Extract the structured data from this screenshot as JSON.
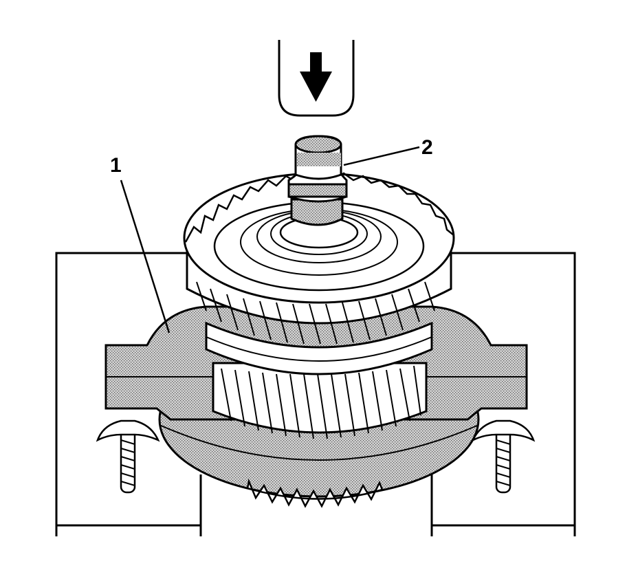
{
  "callouts": [
    {
      "label": "1",
      "target": "press-fixture"
    },
    {
      "label": "2",
      "target": "gear-shaft"
    }
  ],
  "press_direction": "down",
  "icons": [
    "arrow-down-icon"
  ],
  "colors": {
    "line": "#000000",
    "background": "#ffffff",
    "fixture_shading": "#b8b8b8"
  }
}
